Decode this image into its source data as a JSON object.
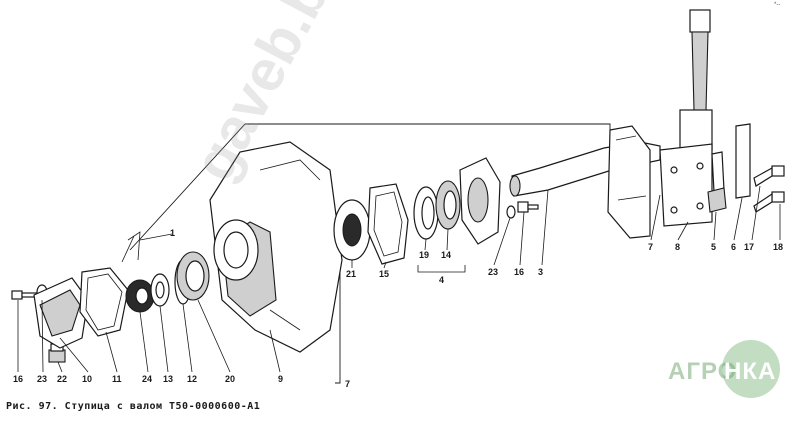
{
  "caption": "Рис. 97. Ступица с валом Т50-0000600-А1",
  "watermark": "gaveb.by",
  "logo": {
    "left": "АГРО",
    "right": "НКА"
  },
  "corner_mark": "*--",
  "callouts": {
    "c16a": "16",
    "c23a": "23",
    "c22": "22",
    "c10": "10",
    "c11": "11",
    "c24": "24",
    "c13": "13",
    "c12": "12",
    "c20": "20",
    "c9": "9",
    "c21": "21",
    "c15": "15",
    "c19": "19",
    "c14": "14",
    "c4": "4",
    "c23b": "23",
    "c16b": "16",
    "c3": "3",
    "c7a": "7",
    "c8": "8",
    "c5": "5",
    "c6": "6",
    "c17": "17",
    "c18": "18",
    "c7b": "7",
    "c1": "1"
  }
}
